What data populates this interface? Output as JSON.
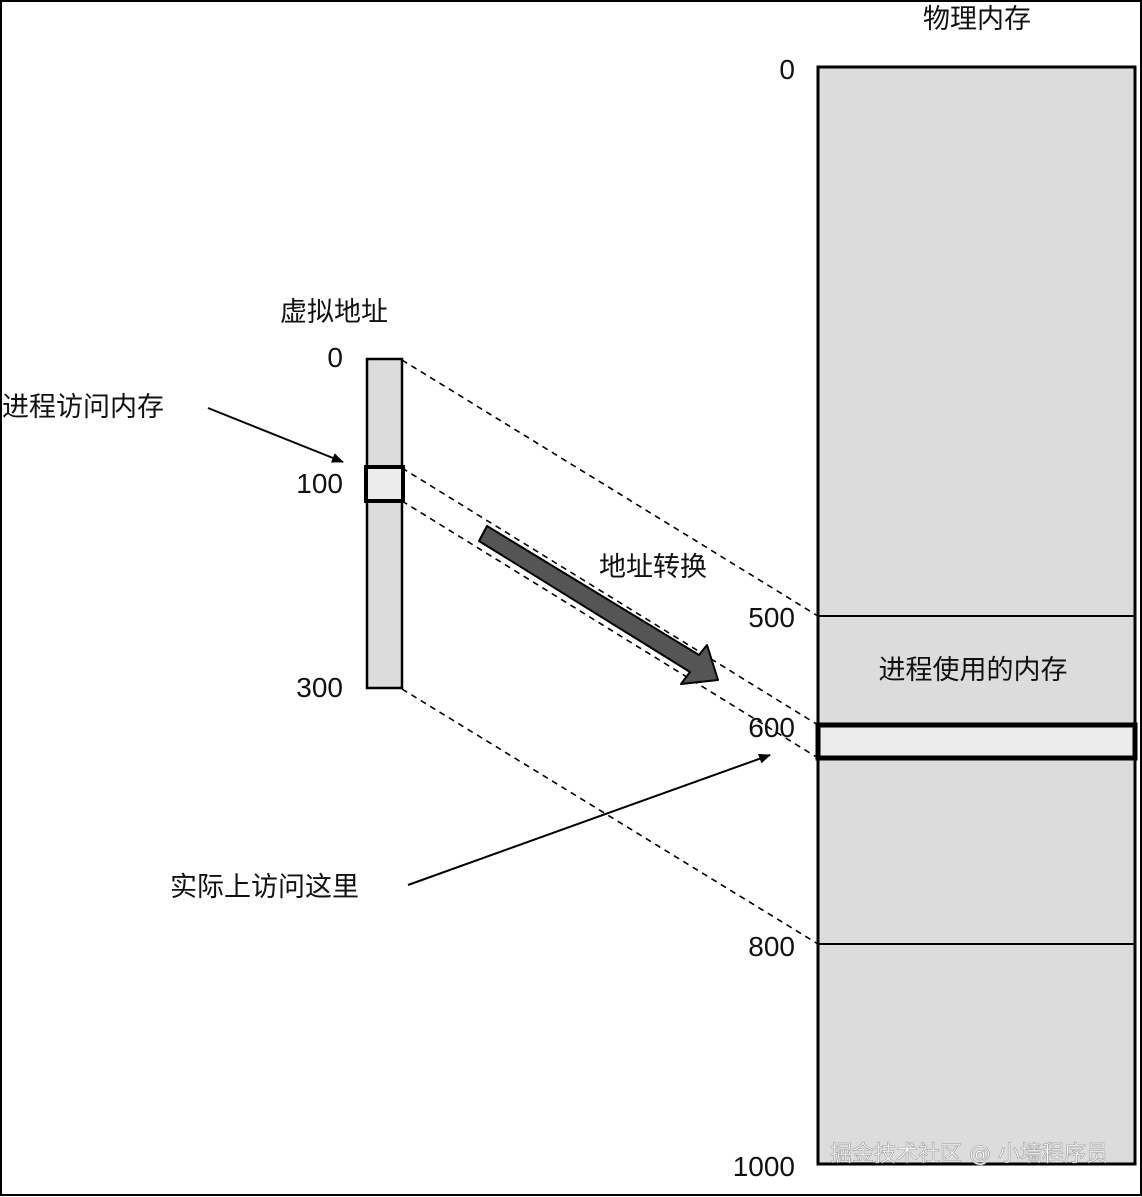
{
  "colors": {
    "frame": "#000000",
    "memory_fill": "#dcdcdc",
    "highlight_fill": "#ececec",
    "translation_arrow": "#555555",
    "text": "#111111"
  },
  "physical_memory": {
    "title": "物理内存",
    "ticks": [
      "0",
      "500",
      "600",
      "800",
      "1000"
    ],
    "used_region_label": "进程使用的内存"
  },
  "virtual_address": {
    "title": "虚拟地址",
    "ticks": [
      "0",
      "100",
      "300"
    ]
  },
  "annotations": {
    "process_access": "进程访问内存",
    "translation": "地址转换",
    "actual_access": "实际上访问这里"
  },
  "watermark": "掘金技术社区 @ 小墙程序员"
}
